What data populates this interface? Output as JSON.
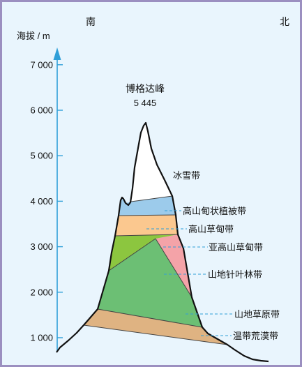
{
  "directions": {
    "south": "南",
    "north": "北"
  },
  "axis": {
    "label": "海拔 / m",
    "ticks": [
      {
        "value": 1000,
        "text": "1 000"
      },
      {
        "value": 2000,
        "text": "2 000"
      },
      {
        "value": 3000,
        "text": "3 000"
      },
      {
        "value": 4000,
        "text": "4 000"
      },
      {
        "value": 5000,
        "text": "5 000"
      },
      {
        "value": 6000,
        "text": "6 000"
      },
      {
        "value": 7000,
        "text": "7 000"
      }
    ]
  },
  "peak": {
    "name": "博格达峰",
    "elevation": "5 445"
  },
  "zones": [
    {
      "id": "ice-snow",
      "label": "冰雪带",
      "color": "#ffffff"
    },
    {
      "id": "alpine-cushion",
      "label": "高山甸状植被带",
      "color": "#9ccbeb"
    },
    {
      "id": "alpine-meadow",
      "label": "高山草甸带",
      "color": "#fbc88f"
    },
    {
      "id": "subalpine-meadow",
      "label": "亚高山草甸带",
      "color": "#8cc63f"
    },
    {
      "id": "coniferous-forest",
      "label": "山地针叶林带",
      "color": "#f4a3a8"
    },
    {
      "id": "mountain-grassland",
      "label": "山地草原带",
      "color": "#6cbf74"
    },
    {
      "id": "desert",
      "label": "温带荒漠带",
      "color": "#dfb382"
    }
  ],
  "colors": {
    "frame": "#9b8fc0",
    "background": "#e9f5fd",
    "axis": "#2f9fd8",
    "leader": "#2f9fd8"
  }
}
